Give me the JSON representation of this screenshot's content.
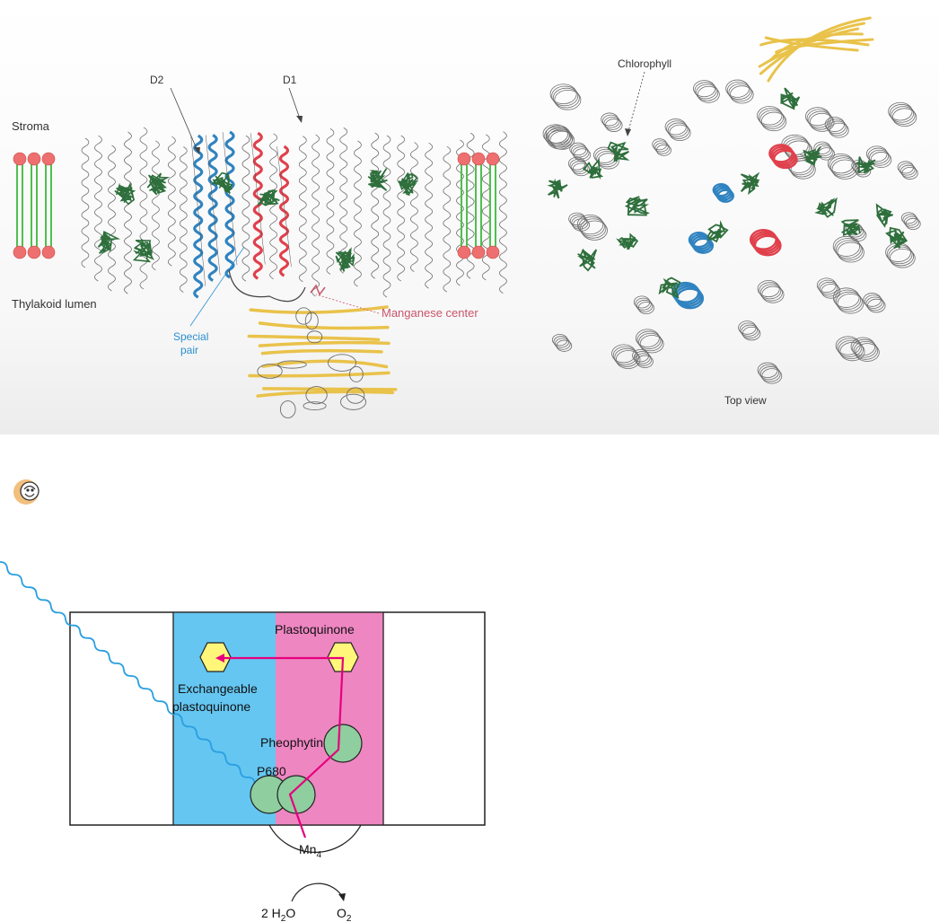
{
  "colors": {
    "d1_red": "#e0404b",
    "d2_blue": "#2f83c0",
    "chlorophyll_green": "#2e6f3c",
    "extrinsic_yellow": "#e9c24a",
    "lipid_head": "#ee6f6f",
    "lipid_tail": "#4fbf4f",
    "panel_blue": "#65c6f1",
    "panel_pink": "#ee86c2",
    "electron_path": "#e6007e",
    "plastoquinone_fill": "#fff67a",
    "pigment_fill": "#8fce9e",
    "light_wave": "#2a9fe0",
    "special_pair_label": "#2a8fcf",
    "manganese_label": "#c9556a"
  },
  "structure": {
    "label_stroma": "Stroma",
    "label_lumen": "Thylakoid lumen",
    "label_d2": "D2",
    "label_d1": "D1",
    "label_special_pair_line1": "Special",
    "label_special_pair_line2": "pair",
    "label_manganese": "Manganese center",
    "label_chlorophyll": "Chlorophyll",
    "label_top_view": "Top view"
  },
  "media_icon": "animation-icon",
  "diagram": {
    "plastoquinone": "Plastoquinone",
    "exchangeable_line1": "Exchangeable",
    "exchangeable_line2": "plastoquinone",
    "pheophytin": "Pheophytin",
    "p680": "P680",
    "mn_base": "Mn",
    "mn_sub": "4",
    "water_coef": "2 H",
    "water_sub": "2",
    "water_o": "O",
    "o2_base": "O",
    "o2_sub": "2"
  }
}
